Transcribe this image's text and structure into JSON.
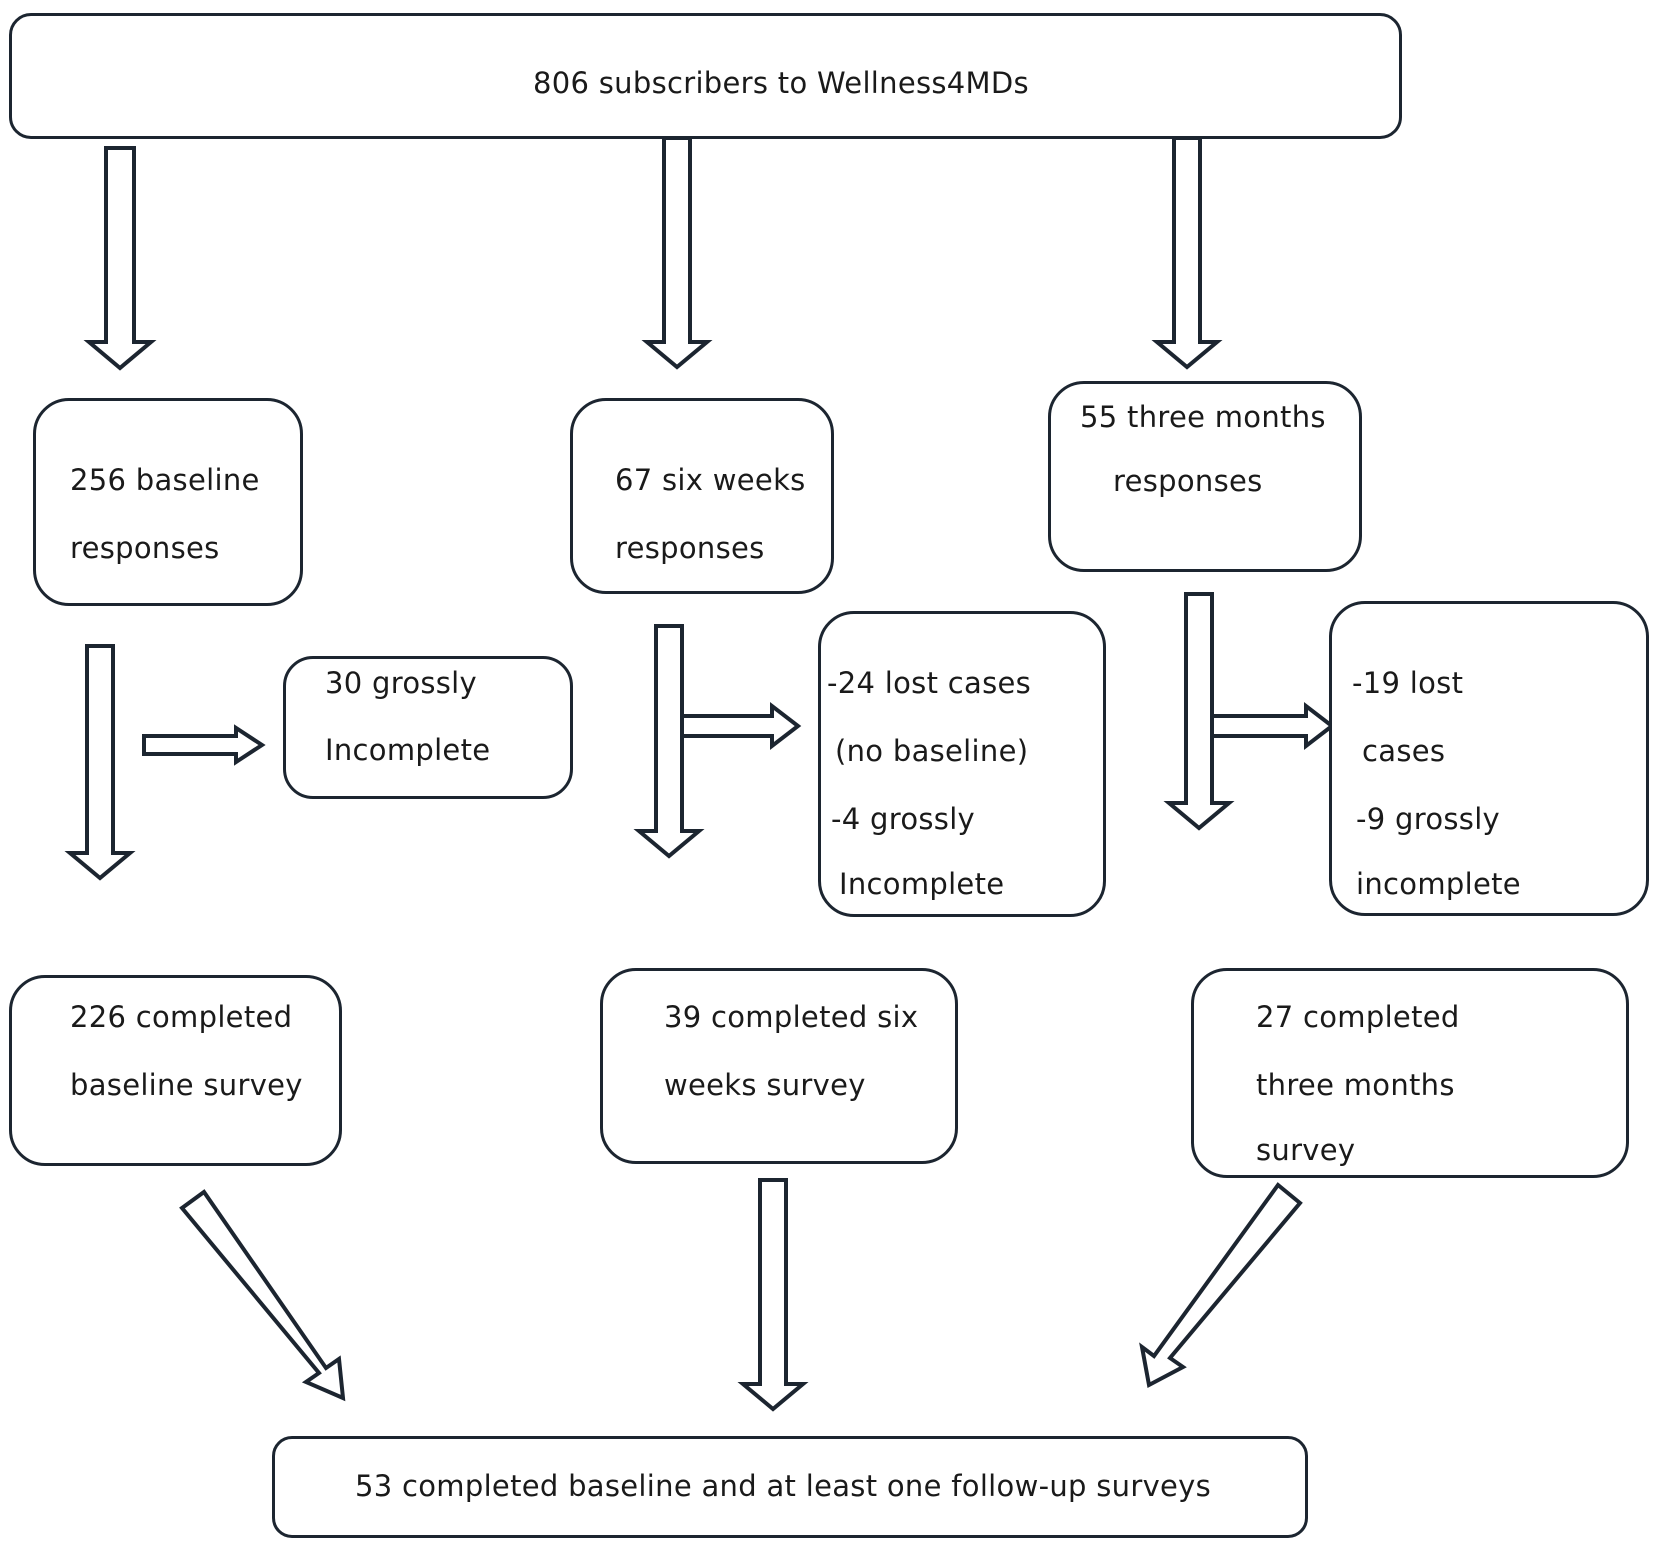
{
  "diagram": {
    "top": {
      "text": "806 subscribers to Wellness4MDs"
    },
    "baseline_responses": {
      "line1": "256 baseline",
      "line2": "responses"
    },
    "six_weeks_responses": {
      "line1": "67 six weeks",
      "line2": "responses"
    },
    "three_months_responses": {
      "line1": "55 three months",
      "line2": "responses"
    },
    "baseline_excluded": {
      "line1": "30 grossly",
      "line2": "Incomplete"
    },
    "six_weeks_excluded": {
      "line1": "-24 lost cases",
      "line2": "(no baseline)",
      "line3": "-4 grossly",
      "line4": "Incomplete"
    },
    "three_months_excluded": {
      "line1": "-19 lost",
      "line2": "cases",
      "line3": "-9 grossly",
      "line4": "incomplete"
    },
    "baseline_completed": {
      "line1": "226 completed",
      "line2": "baseline survey"
    },
    "six_weeks_completed": {
      "line1": "39 completed six",
      "line2": "weeks survey"
    },
    "three_months_completed": {
      "line1": "27 completed",
      "line2": "three months",
      "line3": "survey"
    },
    "final": {
      "text": "53 completed baseline and at least one follow-up surveys"
    }
  }
}
